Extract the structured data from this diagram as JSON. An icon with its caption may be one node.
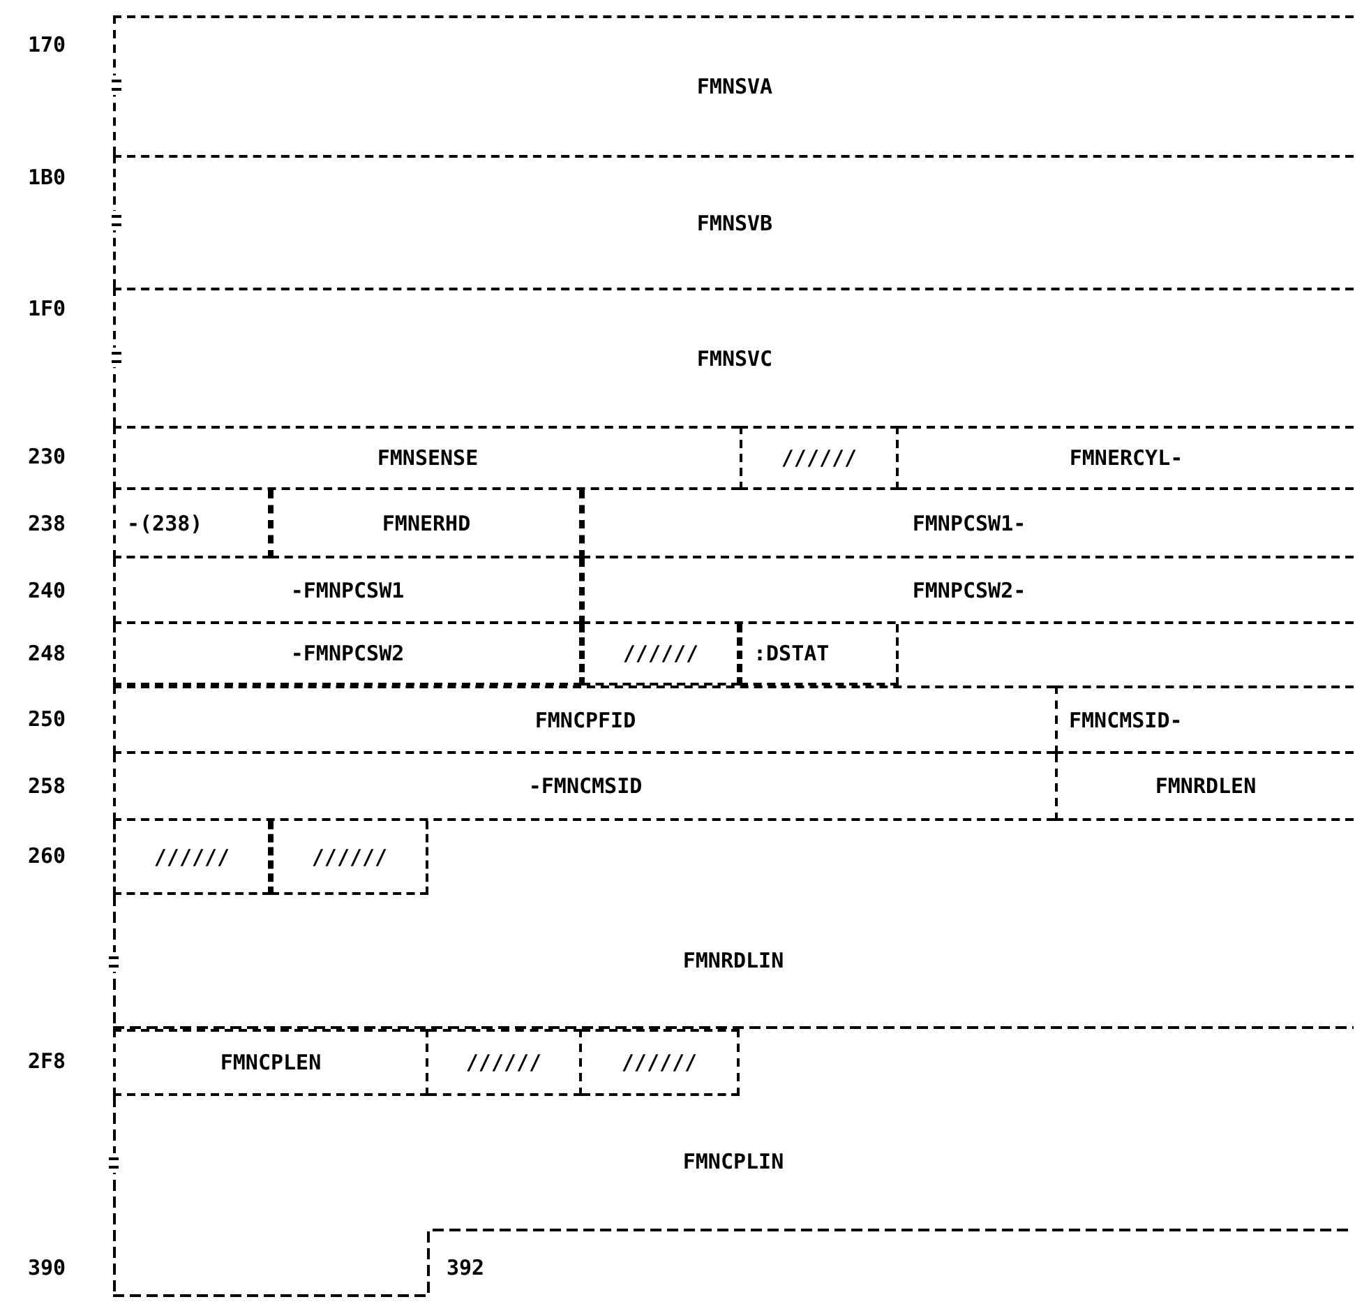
{
  "diagram": {
    "nodes": [
      {
        "text": [
          "FMNSVA"
        ]
      },
      {
        "text": [
          "FMNSVB"
        ]
      },
      {
        "text": [
          "FMNSVC"
        ]
      },
      {
        "text": [
          "FMNSENSE"
        ]
      },
      {
        "text": [
          "//////"
        ]
      },
      {
        "text": [
          "FMNERCYL-"
        ]
      },
      {
        "text": [
          "-(238)"
        ]
      },
      {
        "text": [
          "FMNERHD"
        ]
      },
      {
        "text": [
          "FMNPCSW1-"
        ]
      },
      {
        "text": [
          "-FMNPCSW1"
        ]
      },
      {
        "text": [
          "FMNPCSW2-"
        ]
      },
      {
        "text": [
          "-FMNPCSW2"
        ]
      },
      {
        "text": [
          "//////"
        ]
      },
      {
        "text": [
          ":DSTAT"
        ]
      },
      {
        "text": [
          "FMNCPFID"
        ]
      },
      {
        "text": [
          "FMNCMSID-"
        ]
      },
      {
        "text": [
          "-FMNCMSID"
        ]
      },
      {
        "text": [
          "FMNRDLEN"
        ]
      },
      {
        "text": [
          "//////"
        ]
      },
      {
        "text": [
          "//////"
        ]
      },
      {
        "text": [
          "FMNRDLIN"
        ]
      },
      {
        "text": [
          "FMNCPLEN"
        ]
      },
      {
        "text": [
          "//////"
        ]
      },
      {
        "text": [
          "//////"
        ]
      },
      {
        "text": [
          "FMNCPLIN"
        ]
      }
    ],
    "labels": [
      "170",
      "1B0",
      "1F0",
      "230",
      "238",
      "240",
      "248",
      "250",
      "258",
      "260",
      "2F8",
      "390",
      "392"
    ]
  }
}
